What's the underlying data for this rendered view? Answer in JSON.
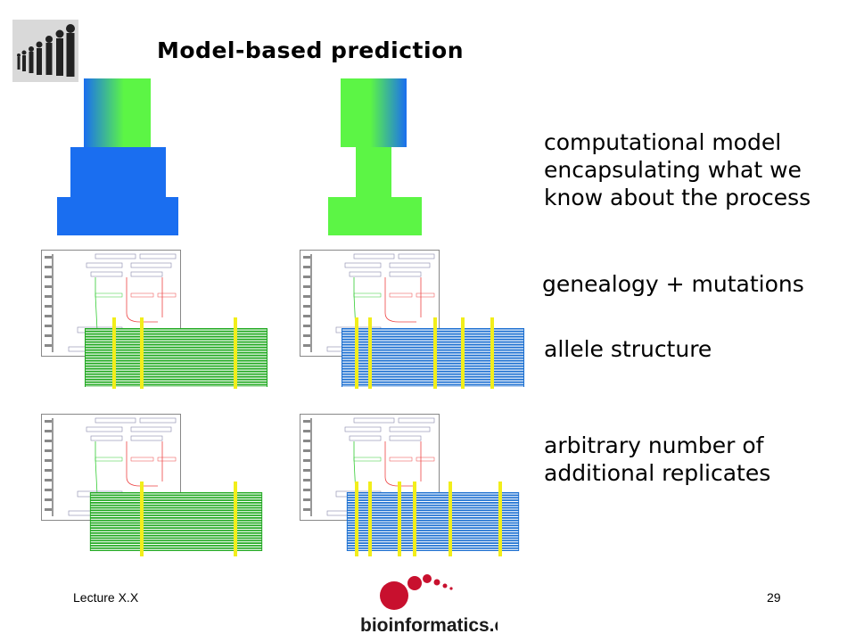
{
  "slide": {
    "title": "Model-based prediction",
    "descriptions": {
      "model": "computational model\nencapsulating what we\nknow about the process",
      "genealogy": "genealogy + mutations",
      "allele": "allele structure",
      "replicates": "arbitrary number of\nadditional replicates"
    },
    "footer": {
      "lecture": "Lecture X.X",
      "page": "29"
    },
    "logo": {
      "text": "bioinformatics.ca",
      "colors": {
        "dots": "#c8102e",
        "text": "#1a1a1a"
      }
    }
  },
  "colors": {
    "blue": "#1a6ef0",
    "green": "#5cf545",
    "hap_green": "#1fa81f",
    "hap_blue": "#1a6ed0",
    "mutation_marker": "#f2ee1a",
    "genealogy_black": "#333333",
    "genealogy_green": "#3c3",
    "genealogy_red": "#e44"
  },
  "icons": {
    "header": "people-evolution-icon",
    "logo": "bioinformatics-logo-icon"
  }
}
